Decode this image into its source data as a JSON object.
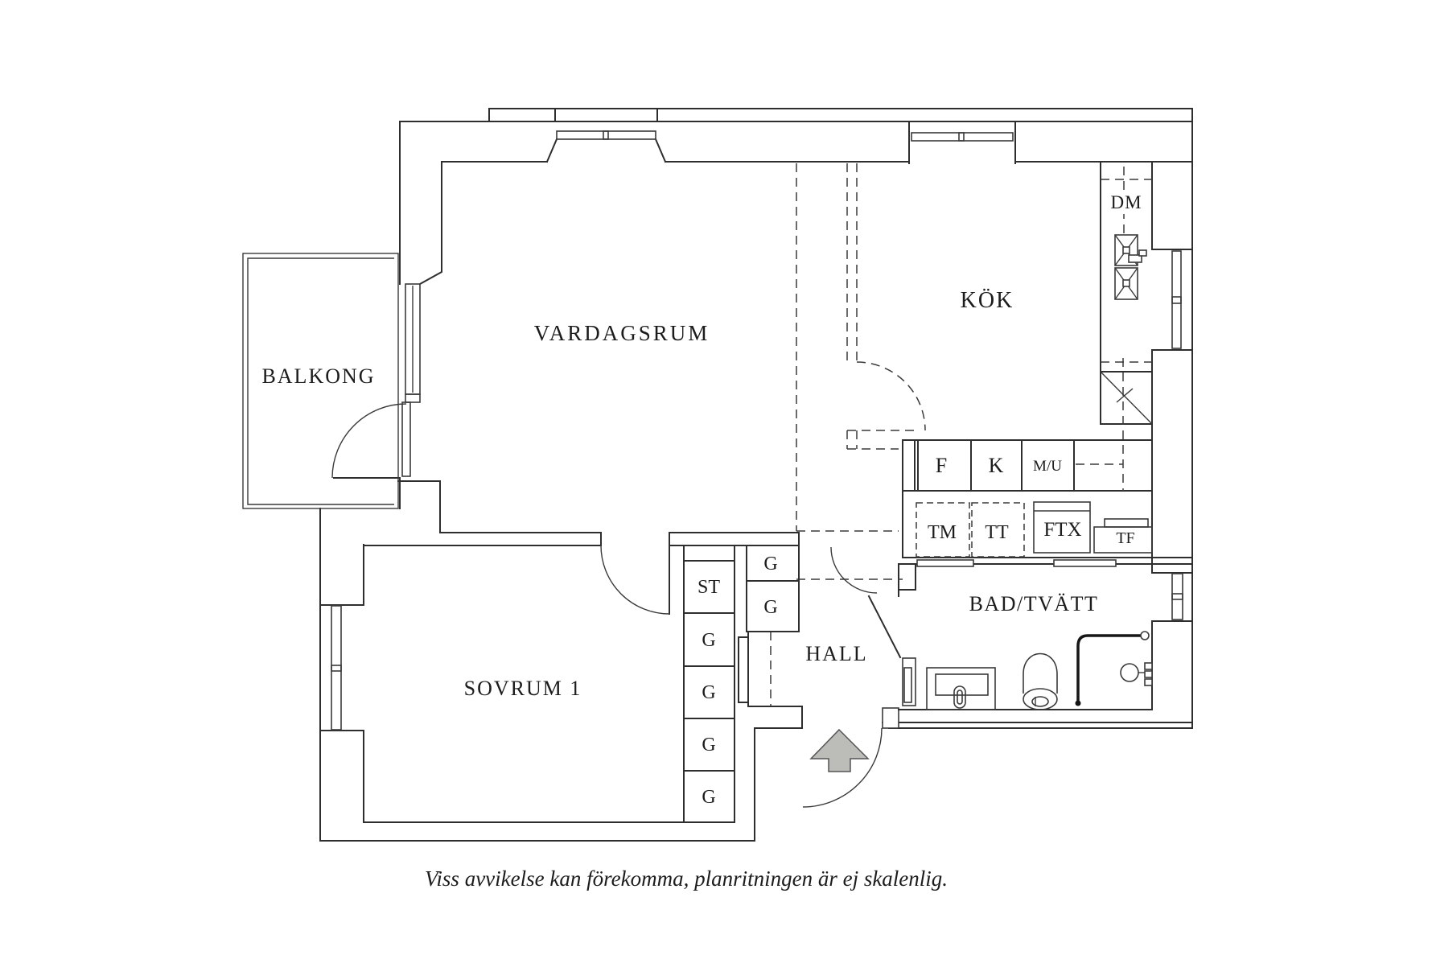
{
  "floorplan": {
    "rooms": {
      "vardagsrum": "VARDAGSRUM",
      "balkong": "BALKONG",
      "kok": "KÖK",
      "sovrum1": "SOVRUM 1",
      "hall": "HALL",
      "bad_tvatt": "BAD/TVÄTT"
    },
    "labels": {
      "dm": "DM",
      "f": "F",
      "k": "K",
      "mu": "M/U",
      "tm": "TM",
      "tt": "TT",
      "ftx": "FTX",
      "tf": "TF",
      "st": "ST",
      "g": "G"
    },
    "caption": "Viss avvikelse kan förekomma, planritningen är ej skalenlig.",
    "icons": {
      "entrance_arrow": "entrance-arrow-icon",
      "toilet": "toilet-icon",
      "bath_sink": "washbasin-icon",
      "shower": "shower-icon",
      "kitchen_sinks": "double-sink-icon"
    },
    "colors": {
      "wall": "#2e2e2e",
      "arrow_fill": "#bcbcb8",
      "background": "#ffffff"
    }
  }
}
